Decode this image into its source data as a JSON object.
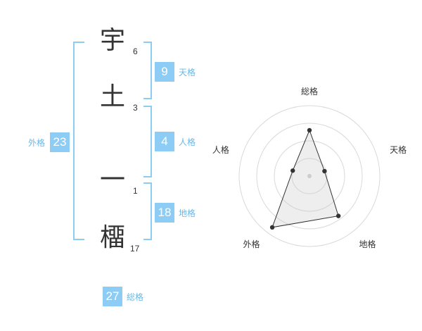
{
  "name": {
    "chars": [
      {
        "char": "宇",
        "strokes": "6"
      },
      {
        "char": "土",
        "strokes": "3"
      },
      {
        "char": "一",
        "strokes": "1"
      },
      {
        "char": "橊",
        "strokes": "17"
      }
    ]
  },
  "kakusu": {
    "tenkaku": {
      "value": "9",
      "label": "天格"
    },
    "jinkaku": {
      "value": "4",
      "label": "人格"
    },
    "chikaku": {
      "value": "18",
      "label": "地格"
    },
    "gaikaku": {
      "value": "23",
      "label": "外格"
    },
    "soukaku": {
      "value": "27",
      "label": "総格"
    }
  },
  "colors": {
    "accent": "#8dcdf5",
    "label": "#6ab8e6",
    "text": "#333333"
  },
  "chart_data": {
    "type": "radar",
    "axes": [
      "総格",
      "天格",
      "地格",
      "外格",
      "人格"
    ],
    "values": [
      2.6,
      0.9,
      2.8,
      3.6,
      1.0
    ],
    "rings": 4,
    "max": 4
  }
}
